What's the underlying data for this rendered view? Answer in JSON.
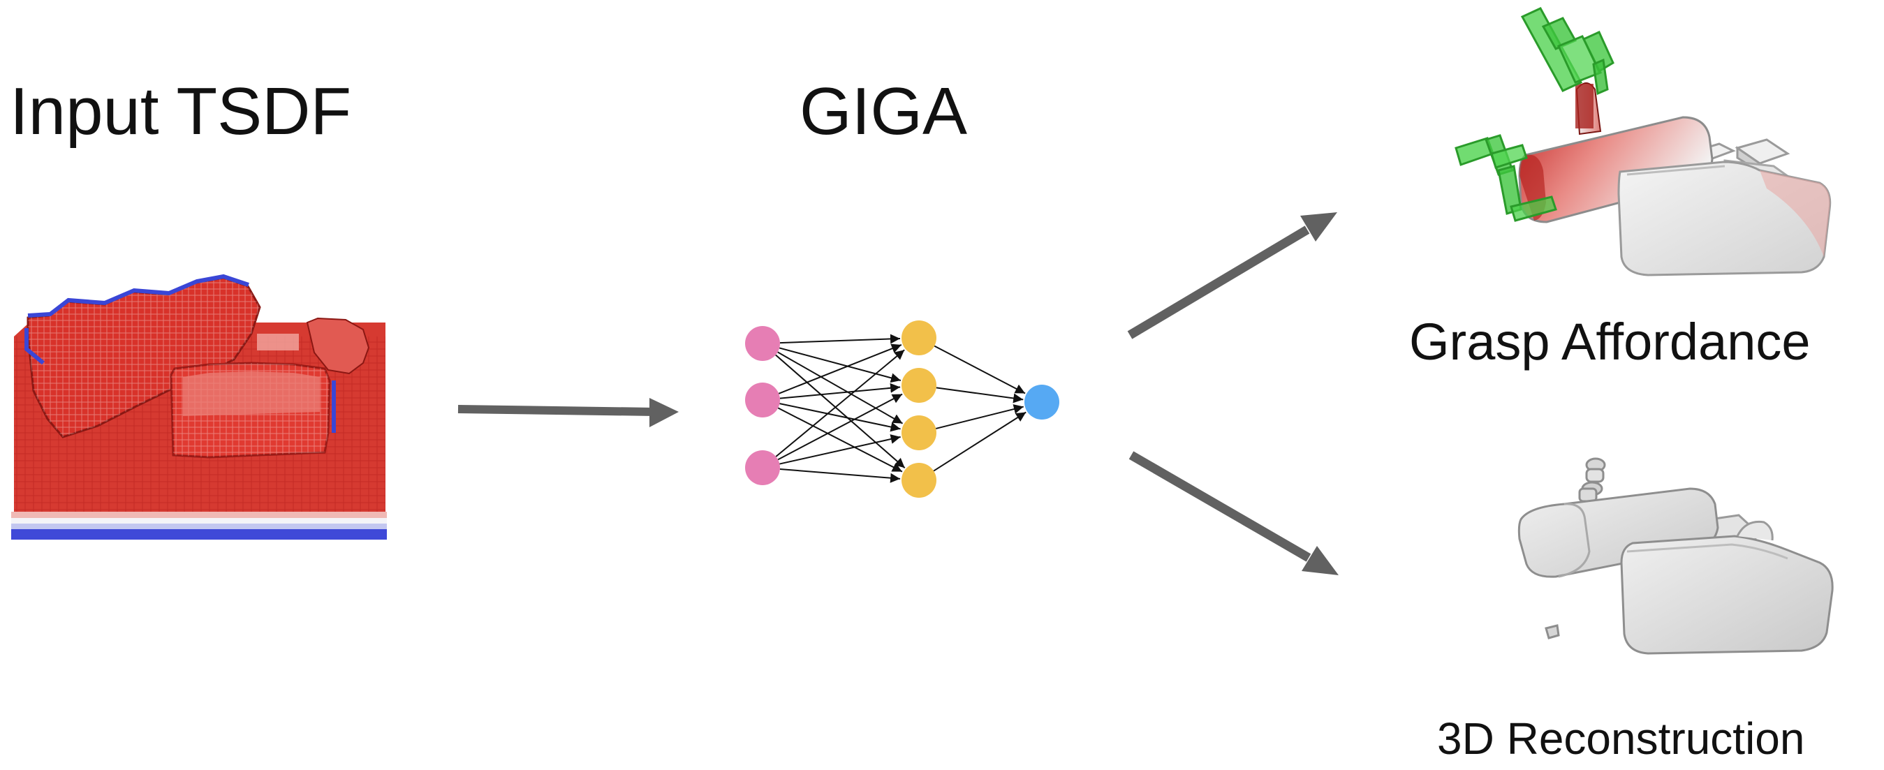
{
  "labels": {
    "input": "Input TSDF",
    "model": "GIGA",
    "grasp": "Grasp Affordance",
    "recon": "3D Reconstruction"
  },
  "network": {
    "layers": [
      3,
      4,
      1
    ],
    "colors": [
      "#e67eb4",
      "#f2c04a",
      "#56a9f3"
    ]
  },
  "colors": {
    "arrow": "#616161",
    "tsdf_red": "#d4302a",
    "tsdf_blue": "#3a46d6",
    "grasp_green": "#44cc44",
    "mesh_gray": "#e6e6e6"
  }
}
